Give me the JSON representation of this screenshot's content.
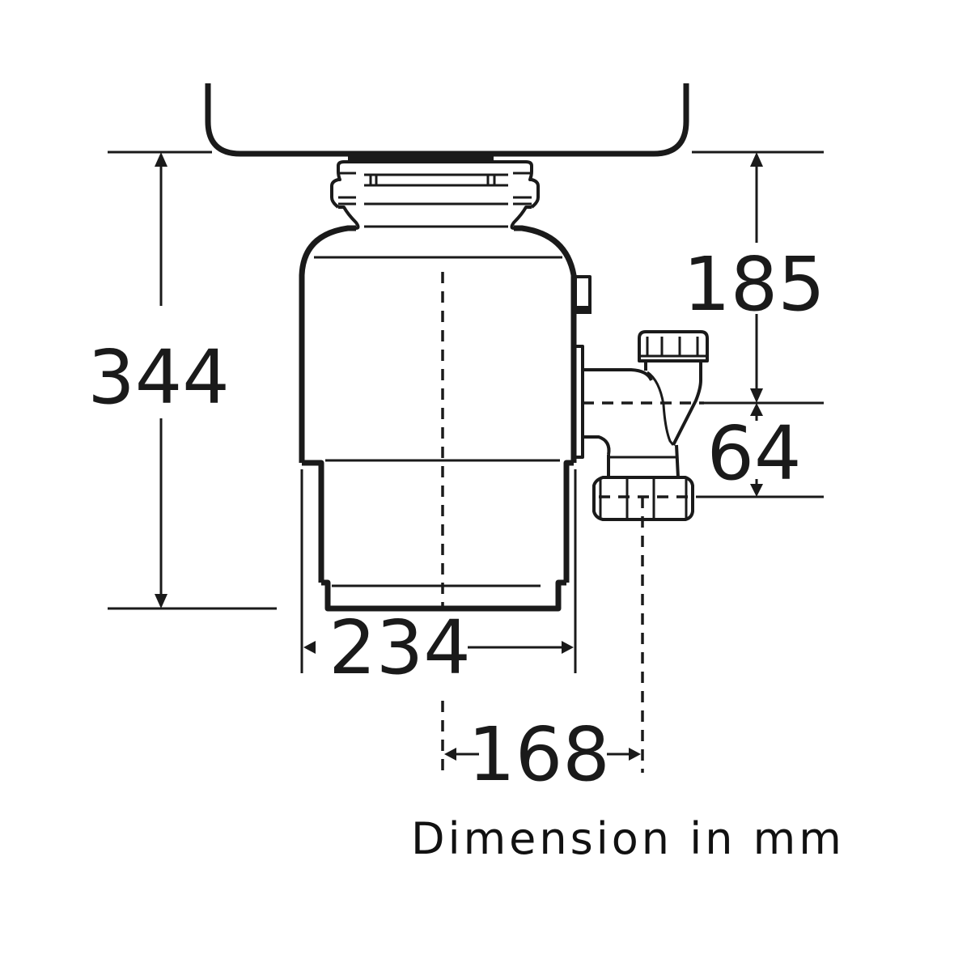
{
  "diagram": {
    "subject": "food waste disposer installation dimensions",
    "caption": "Dimension in mm",
    "colors": {
      "line": "#1a1a1a",
      "background": "#ffffff"
    },
    "dimensions": {
      "overall_height": {
        "label": "344",
        "value": 344,
        "orientation": "vertical",
        "position": "left"
      },
      "sink_to_outlet_centre": {
        "label": "185",
        "value": 185,
        "orientation": "vertical",
        "position": "right-upper"
      },
      "outlet_drop": {
        "label": "64",
        "value": 64,
        "orientation": "vertical",
        "position": "right-lower"
      },
      "body_width": {
        "label": "234",
        "value": 234,
        "orientation": "horizontal",
        "position": "bottom"
      },
      "centre_to_outlet": {
        "label": "168",
        "value": 168,
        "orientation": "horizontal",
        "position": "bottom-lower"
      }
    },
    "parts": [
      "sink-bowl",
      "sink-flange",
      "mounting-ring",
      "motor-housing",
      "lower-housing",
      "switch-box",
      "discharge-elbow",
      "trap-nut-top",
      "trap-nut-bottom",
      "centerline"
    ]
  }
}
